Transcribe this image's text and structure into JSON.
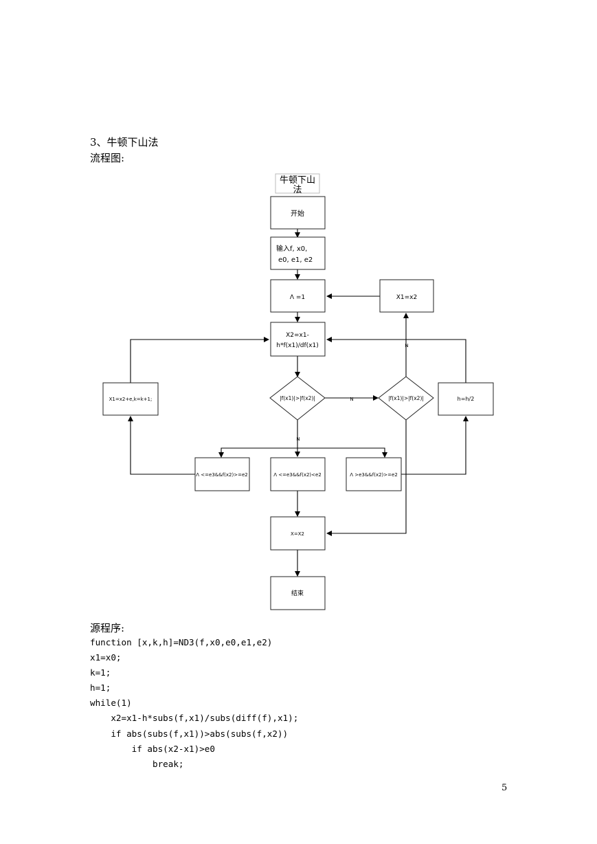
{
  "section_heading": "3、牛顿下山法",
  "flowchart_label": "流程图:",
  "flowchart": {
    "title_line1": "牛顿下山",
    "title_line2": "法",
    "nodes": {
      "start": "开始",
      "input_line1": "输入f, x0,",
      "input_line2": "e0, e1, e2",
      "lambda_init": "Λ =1",
      "assign_x1": "X1=x2",
      "newton_line1": "X2=x1-",
      "newton_line2": "h*f(x1)/df(x1)",
      "decision_left": "|f(x1)|>|f(x2)|",
      "decision_right": "|f(x1)|>|f(x2)|",
      "shift_x1": "X1=x2+e,k=k+1;",
      "halve_h": "h=h/2",
      "case_a": "Λ <=e3&&f(x2)>=e2",
      "case_b": "Λ <=e3&&f(x2)<e2",
      "case_c": "Λ >e3&&f(x2)>=e2",
      "result": "X=X2",
      "end": "结束"
    },
    "branch_labels": {
      "right_branch": "N",
      "down_branch": "N",
      "up_branch": "N"
    }
  },
  "source_label": "源程序:",
  "code_lines": [
    "function [x,k,h]=ND3(f,x0,e0,e1,e2)",
    "x1=x0;",
    "k=1;",
    "h=1;",
    "while(1)",
    "    x2=x1-h*subs(f,x1)/subs(diff(f),x1);",
    "    if abs(subs(f,x1))>abs(subs(f,x2))",
    "        if abs(x2-x1)>e0",
    "            break;"
  ],
  "page_number": "5"
}
